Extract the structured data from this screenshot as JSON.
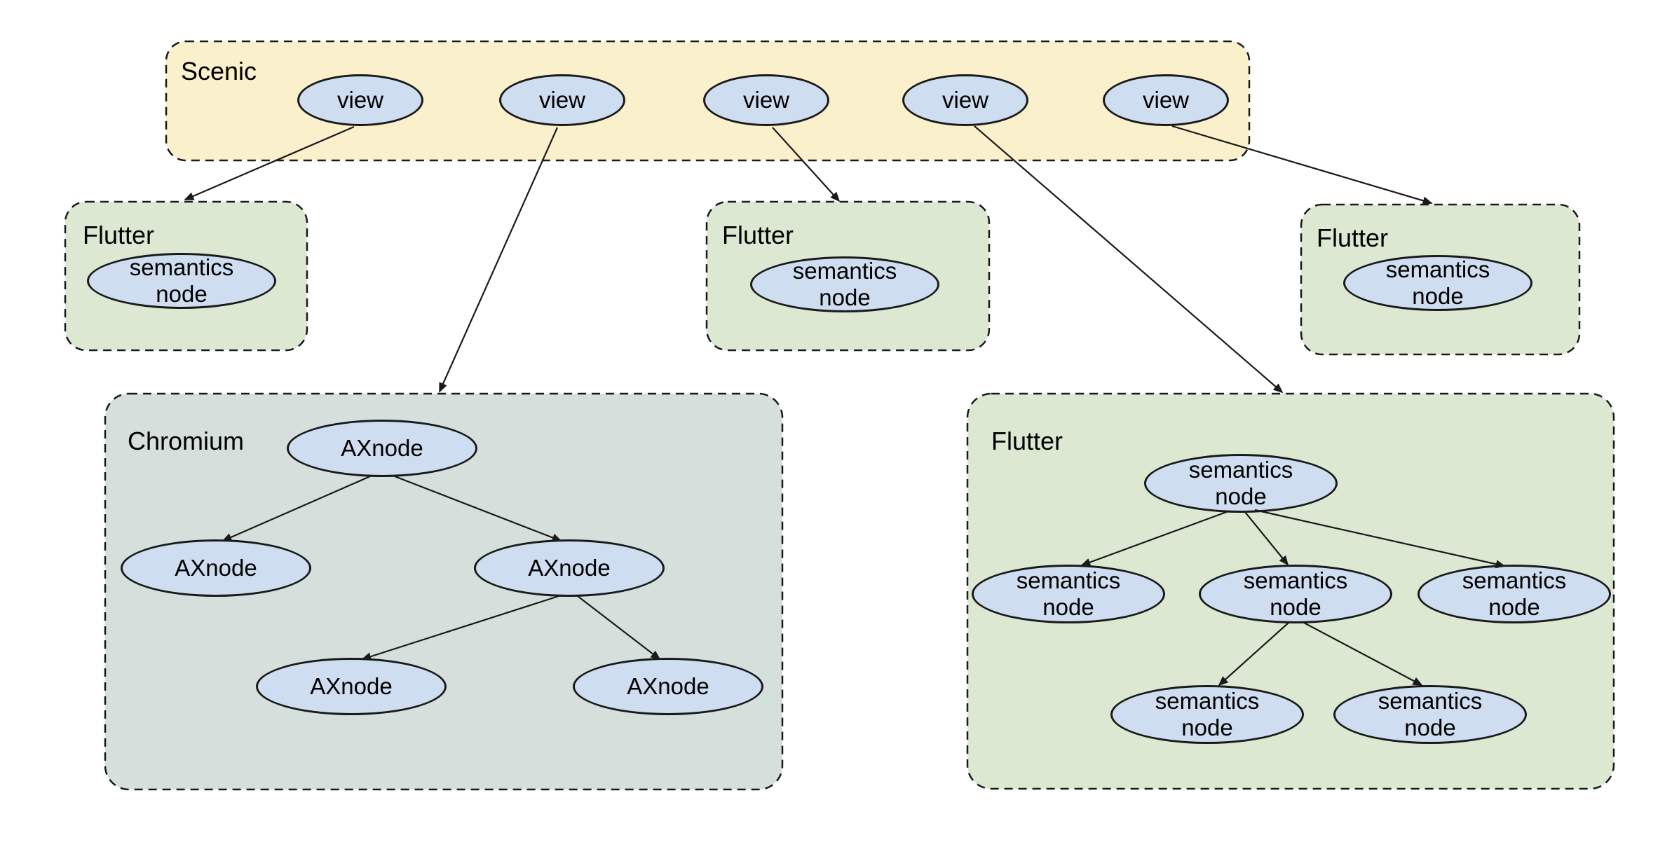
{
  "colors": {
    "background": "#ffffff",
    "scenic_fill": "#faf0cb",
    "flutter_fill": "#dce8d2",
    "chromium_fill": "#d5dfdc",
    "node_fill": "#cfddf0",
    "stroke": "#1a1a1a"
  },
  "scenic": {
    "label": "Scenic",
    "views": [
      {
        "label": "view"
      },
      {
        "label": "view"
      },
      {
        "label": "view"
      },
      {
        "label": "view"
      },
      {
        "label": "view"
      }
    ]
  },
  "flutter_small": [
    {
      "label": "Flutter",
      "node": {
        "label": "semantics node"
      }
    },
    {
      "label": "Flutter",
      "node": {
        "label": "semantics node"
      }
    },
    {
      "label": "Flutter",
      "node": {
        "label": "semantics node"
      }
    }
  ],
  "chromium": {
    "label": "Chromium",
    "nodes": [
      {
        "label": "AXnode"
      },
      {
        "label": "AXnode"
      },
      {
        "label": "AXnode"
      },
      {
        "label": "AXnode"
      },
      {
        "label": "AXnode"
      }
    ]
  },
  "flutter_main": {
    "label": "Flutter",
    "nodes": [
      {
        "label": "semantics node"
      },
      {
        "label": "semantics node"
      },
      {
        "label": "semantics node"
      },
      {
        "label": "semantics node"
      },
      {
        "label": "semantics node"
      },
      {
        "label": "semantics node"
      }
    ]
  }
}
